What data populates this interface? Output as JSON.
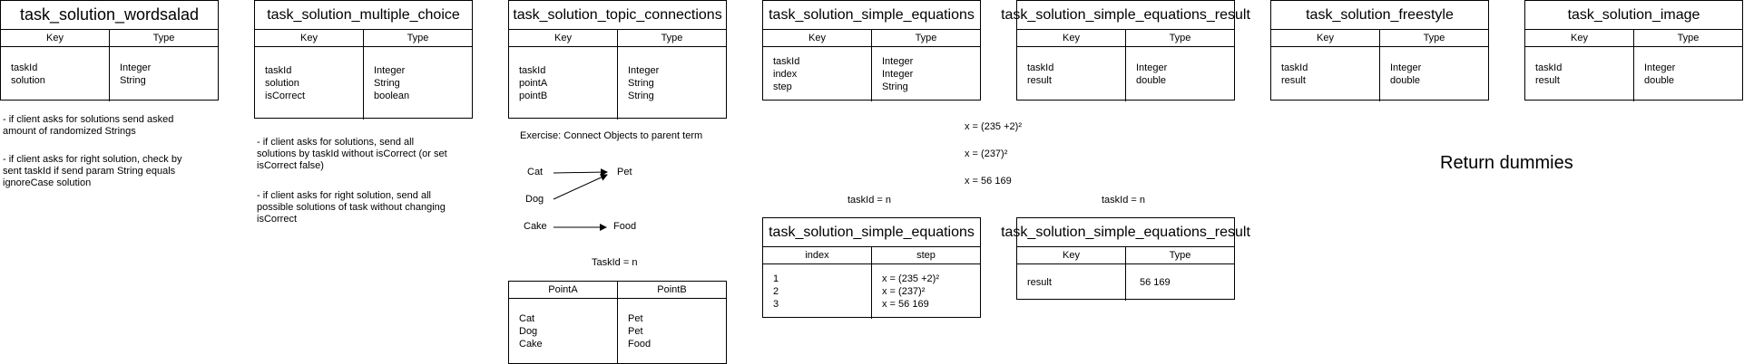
{
  "tables": {
    "wordsalad": {
      "title": "task_solution_wordsalad",
      "headers": [
        "Key",
        "Type"
      ],
      "keys": [
        "taskId",
        "solution"
      ],
      "types": [
        "Integer",
        "String"
      ]
    },
    "multiple_choice": {
      "title": "task_solution_multiple_choice",
      "headers": [
        "Key",
        "Type"
      ],
      "keys": [
        "taskId",
        "solution",
        "isCorrect"
      ],
      "types": [
        "Integer",
        "String",
        "boolean"
      ]
    },
    "topic_connections": {
      "title": "task_solution_topic_connections",
      "headers": [
        "Key",
        "Type"
      ],
      "keys": [
        "taskId",
        "pointA",
        "pointB"
      ],
      "types": [
        "Integer",
        "String",
        "String"
      ]
    },
    "simple_equations": {
      "title": "task_solution_simple_equations",
      "headers": [
        "Key",
        "Type"
      ],
      "keys": [
        "taskId",
        "index",
        "step"
      ],
      "types": [
        "Integer",
        "Integer",
        "String"
      ]
    },
    "simple_equations_result": {
      "title": "task_solution_simple_equations_result",
      "headers": [
        "Key",
        "Type"
      ],
      "keys": [
        "taskId",
        "result"
      ],
      "types": [
        "Integer",
        "double"
      ]
    },
    "freestyle": {
      "title": "task_solution_freestyle",
      "headers": [
        "Key",
        "Type"
      ],
      "keys": [
        "taskId",
        "result"
      ],
      "types": [
        "Integer",
        "double"
      ]
    },
    "image": {
      "title": "task_solution_image",
      "headers": [
        "Key",
        "Type"
      ],
      "keys": [
        "taskId",
        "result"
      ],
      "types": [
        "Integer",
        "double"
      ]
    },
    "points_example": {
      "headers": [
        "PointA",
        "PointB"
      ],
      "col_a": [
        "Cat",
        "Dog",
        "Cake"
      ],
      "col_b": [
        "Pet",
        "Pet",
        "Food"
      ]
    },
    "equations_example": {
      "title": "task_solution_simple_equations",
      "headers": [
        "index",
        "step"
      ],
      "col_a": [
        "1",
        "2",
        "3"
      ],
      "col_b": [
        "x = (235 +2)²",
        "x = (237)²",
        "x = 56 169"
      ]
    },
    "result_example": {
      "title": "task_solution_simple_equations_result",
      "headers": [
        "Key",
        "Type"
      ],
      "col_a": [
        "result"
      ],
      "col_b": [
        "56 169"
      ]
    }
  },
  "notes": {
    "wordsalad_1": [
      "- if client asks for solutions send asked",
      "amount of randomized Strings"
    ],
    "wordsalad_2": [
      "- if client asks for right solution, check by",
      "sent taskId if send param String equals",
      "ignoreCase solution"
    ],
    "multiple_choice_1": [
      "- if client asks for solutions, send all",
      "solutions by taskId without isCorrect (or set",
      "isCorrect false)"
    ],
    "multiple_choice_2": [
      "- if client asks for right solution, send all",
      "possible solutions of task without changing",
      "isCorrect"
    ]
  },
  "exercise": {
    "title": "Exercise: Connect Objects to parent term",
    "left": [
      "Cat",
      "Dog",
      "Cake"
    ],
    "right": [
      "Pet",
      "Food"
    ],
    "task_id_label": "TaskId = n"
  },
  "equations": {
    "lines": [
      "x = (235 +2)²",
      "x = (237)²",
      "x = 56 169"
    ],
    "task_id_left": "taskId = n",
    "task_id_right": "taskId = n"
  },
  "return_dummies": "Return dummies"
}
